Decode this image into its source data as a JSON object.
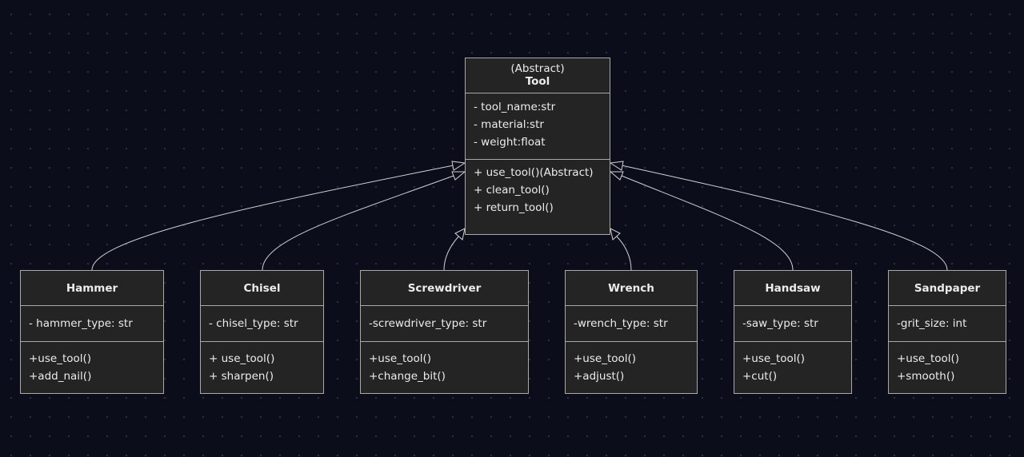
{
  "diagram": {
    "parent": {
      "stereotype": "(Abstract)",
      "name": "Tool",
      "attributes": [
        "- tool_name:str",
        "- material:str",
        "- weight:float"
      ],
      "methods": [
        "+ use_tool()(Abstract)",
        "+ clean_tool()",
        "+ return_tool()"
      ]
    },
    "children": [
      {
        "name": "Hammer",
        "attributes": [
          "- hammer_type: str"
        ],
        "methods": [
          "+use_tool()",
          "+add_nail()"
        ]
      },
      {
        "name": "Chisel",
        "attributes": [
          "- chisel_type: str"
        ],
        "methods": [
          "+ use_tool()",
          "+ sharpen()"
        ]
      },
      {
        "name": "Screwdriver",
        "attributes": [
          "-screwdriver_type: str"
        ],
        "methods": [
          "+use_tool()",
          "+change_bit()"
        ]
      },
      {
        "name": "Wrench",
        "attributes": [
          "-wrench_type: str"
        ],
        "methods": [
          "+use_tool()",
          "+adjust()"
        ]
      },
      {
        "name": "Handsaw",
        "attributes": [
          "-saw_type: str"
        ],
        "methods": [
          "+use_tool()",
          "+cut()"
        ]
      },
      {
        "name": "Sandpaper",
        "attributes": [
          "-grit_size: int"
        ],
        "methods": [
          "+use_tool()",
          "+smooth()"
        ]
      }
    ],
    "relationship": "inheritance",
    "colors": {
      "background": "#0b0d1a",
      "box_fill": "#242424",
      "box_border": "#a9a9a9",
      "text": "#ececec",
      "edge": "#d0d0d0"
    }
  }
}
